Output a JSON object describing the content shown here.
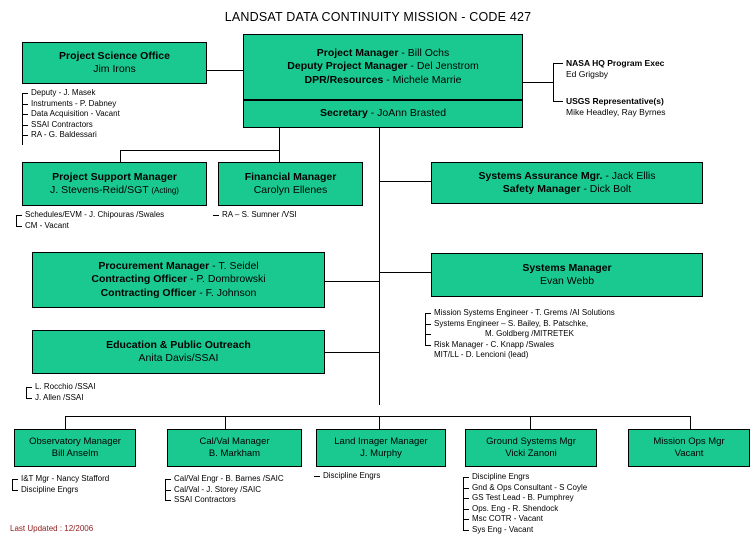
{
  "title": "LANDSAT DATA CONTINUITY MISSION  -  CODE 427",
  "footer": "Last Updated : 12/2006",
  "colors": {
    "box_fill": "#19C98F",
    "box_border": "#000000",
    "footer_text": "#8B1A1A"
  },
  "boxes": {
    "project_science_office": {
      "role": "Project Science Office",
      "name": "Jim Irons"
    },
    "project_manager": {
      "line1_role": "Project Manager",
      "line1_name": "- Bill Ochs",
      "line2_role": "Deputy Project Manager",
      "line2_name": "- Del Jenstrom",
      "line3_role": "DPR/Resources",
      "line3_name": "- Michele Marrie",
      "secretary_role": "Secretary",
      "secretary_name": "- JoAnn Brasted"
    },
    "project_support_manager": {
      "role": "Project Support Manager",
      "name": "J. Stevens-Reid/SGT",
      "suffix": "(Acting)"
    },
    "financial_manager": {
      "role": "Financial Manager",
      "name": "Carolyn Ellenes"
    },
    "systems_assurance": {
      "line1_role": "Systems Assurance Mgr.",
      "line1_name": "- Jack Ellis",
      "line2_role": "Safety Manager",
      "line2_name": "- Dick Bolt"
    },
    "procurement": {
      "line1_role": "Procurement Manager",
      "line1_name": "- T. Seidel",
      "line2_role": "Contracting Officer",
      "line2_name": "- P. Dombrowski",
      "line3_role": "Contracting Officer",
      "line3_name": "- F. Johnson"
    },
    "systems_manager": {
      "role": "Systems Manager",
      "name": "Evan Webb"
    },
    "education_outreach": {
      "role": "Education & Public Outreach",
      "name": "Anita Davis/SSAI"
    },
    "observatory_manager": {
      "role": "Observatory Manager",
      "name": "Bill Anselm"
    },
    "calval_manager": {
      "role": "Cal/Val Manager",
      "name": "B. Markham"
    },
    "land_imager_manager": {
      "role": "Land Imager Manager",
      "name": "J. Murphy"
    },
    "ground_systems_mgr": {
      "role": "Ground Systems Mgr",
      "name": "Vicki Zanoni"
    },
    "mission_ops_mgr": {
      "role": "Mission Ops Mgr",
      "name": "Vacant"
    }
  },
  "lists": {
    "project_science_office": [
      "Deputy - J. Masek",
      "Instruments - P. Dabney",
      "Data Acquisition - Vacant",
      "SSAI Contractors",
      "RA - G. Baldessari"
    ],
    "project_support_manager": [
      "Schedules/EVM - J. Chipouras /Swales",
      "CM - Vacant"
    ],
    "financial_manager": [
      "RA – S. Sumner /VSI"
    ],
    "systems_manager": [
      "Mission Systems Engineer - T. Grems /AI Solutions",
      "Systems Engineer – S. Bailey, B. Patschke,",
      "M. Goldberg /MITRETEK",
      "Risk Manager - C. Knapp /Swales",
      "MIT/LL - D. Lencioni (lead)"
    ],
    "education_outreach": [
      "L. Rocchio /SSAI",
      "J. Allen /SSAI"
    ],
    "observatory_manager": [
      "I&T Mgr - Nancy Stafford",
      "Discipline Engrs"
    ],
    "calval_manager": [
      "Cal/Val Engr - B. Barnes /SAIC",
      "Cal/Val - J. Storey /SAIC",
      "SSAI Contractors"
    ],
    "land_imager_manager": [
      "Discipline Engrs"
    ],
    "ground_systems_mgr": [
      "Discipline Engrs",
      "Gnd & Ops Consultant - S Coyle",
      "GS Test Lead - B. Pumphrey",
      "Ops. Eng - R. Shendock",
      "Msc COTR - Vacant",
      "Sys Eng - Vacant"
    ]
  },
  "annotations": {
    "nasa_hq": {
      "title": "NASA HQ Program Exec",
      "name": "Ed Grigsby"
    },
    "usgs": {
      "title": "USGS Representative(s)",
      "name": "Mike Headley, Ray Byrnes"
    }
  }
}
